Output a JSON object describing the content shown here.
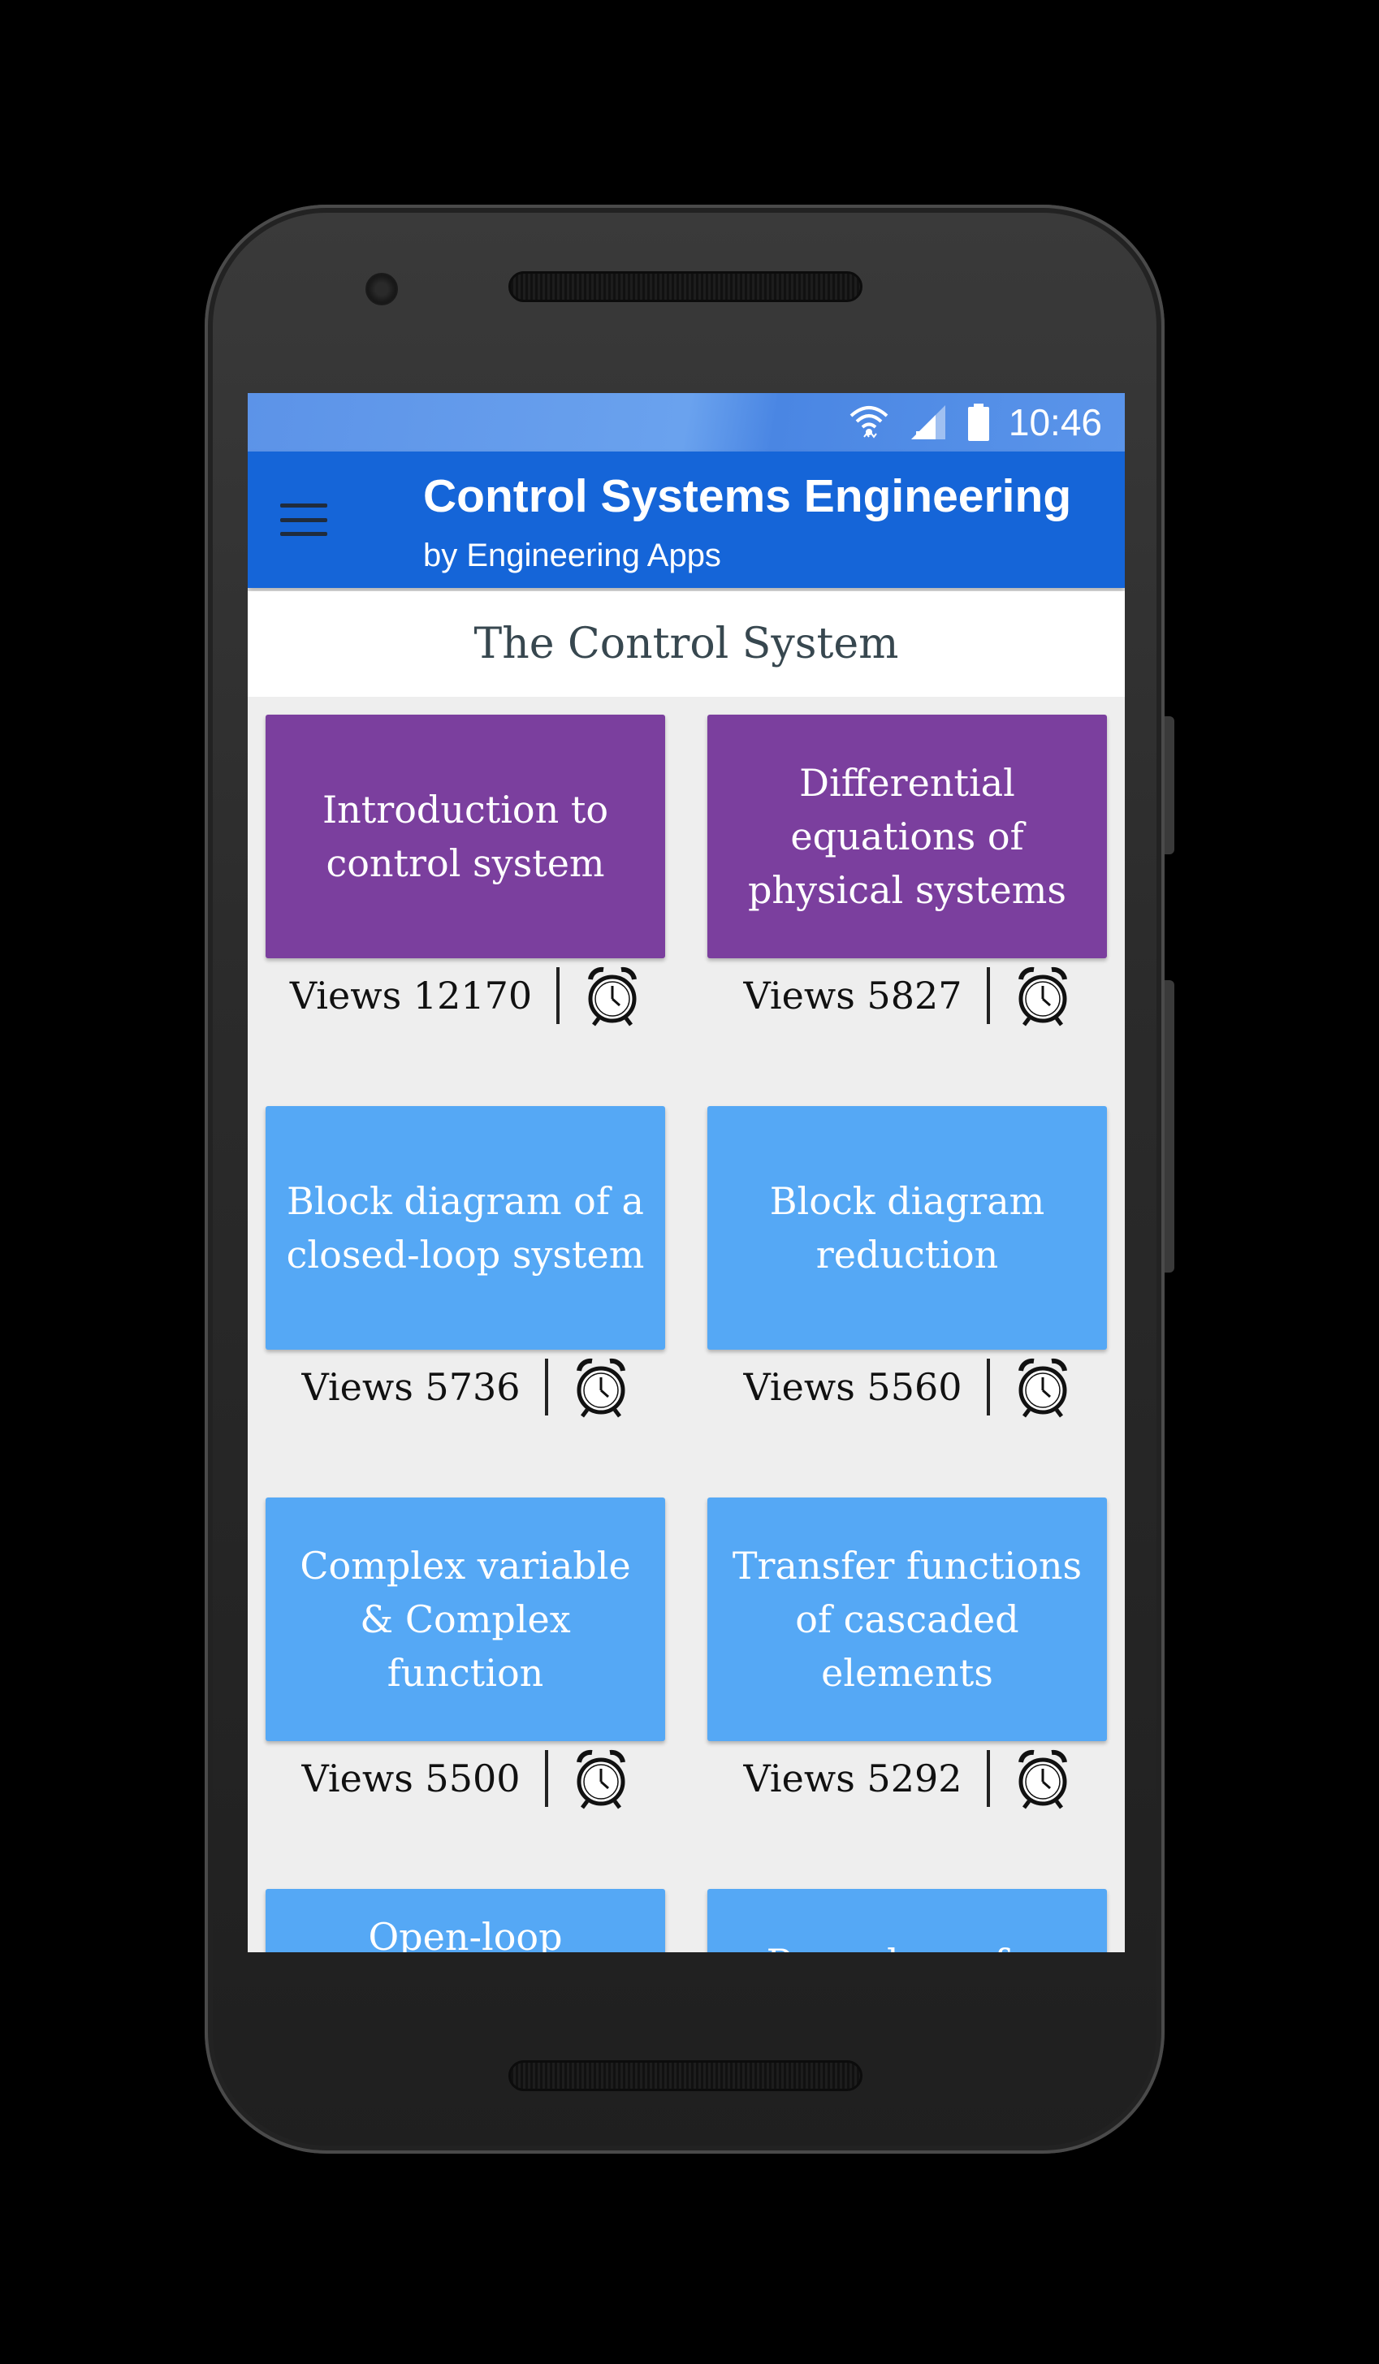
{
  "status_bar": {
    "time": "10:46",
    "icons": [
      "wifi-icon",
      "signal-icon",
      "battery-icon"
    ]
  },
  "app_bar": {
    "title": "Control Systems Engineering",
    "subtitle": "by Engineering Apps",
    "menu_icon": "hamburger-menu-icon",
    "color": "#1565d8"
  },
  "section": {
    "title": "The Control System"
  },
  "topics": [
    {
      "title": "Introduction to control system",
      "views_label": "Views 12170",
      "color": "purple"
    },
    {
      "title": "Differential equations of physical systems",
      "views_label": "Views 5827",
      "color": "purple"
    },
    {
      "title": "Block diagram of a closed-loop system",
      "views_label": "Views 5736",
      "color": "blue"
    },
    {
      "title": "Block diagram reduction",
      "views_label": "Views 5560",
      "color": "blue"
    },
    {
      "title": "Complex variable & Complex function",
      "views_label": "Views 5500",
      "color": "blue"
    },
    {
      "title": "Transfer functions of cascaded elements",
      "views_label": "Views 5292",
      "color": "blue"
    },
    {
      "title": "Open-loop",
      "views_label": "",
      "color": "blue"
    },
    {
      "title": "Procedures for",
      "views_label": "",
      "color": "blue"
    }
  ],
  "colors": {
    "purple_tile": "#7b3f9e",
    "blue_tile": "#55a8f5",
    "background": "#eeeeee"
  }
}
